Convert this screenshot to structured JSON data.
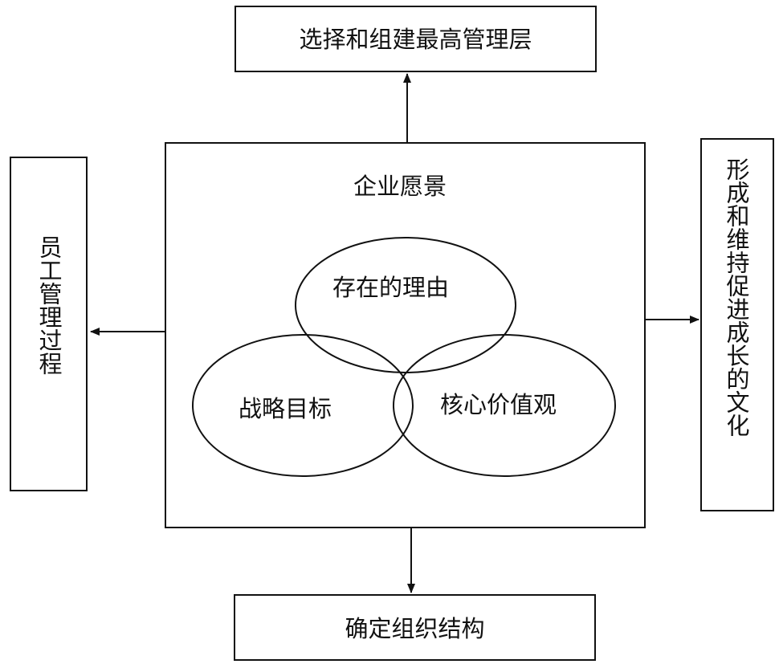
{
  "top_box": {
    "label": "选择和组建最高管理层"
  },
  "bottom_box": {
    "label": "确定组织结构"
  },
  "left_box": {
    "label": "员工管理过程"
  },
  "right_box": {
    "label": "形成和维持促进成长的文化"
  },
  "center": {
    "title": "企业愿景",
    "circles": {
      "top": "存在的理由",
      "left": "战略目标",
      "right": "核心价值观"
    }
  }
}
